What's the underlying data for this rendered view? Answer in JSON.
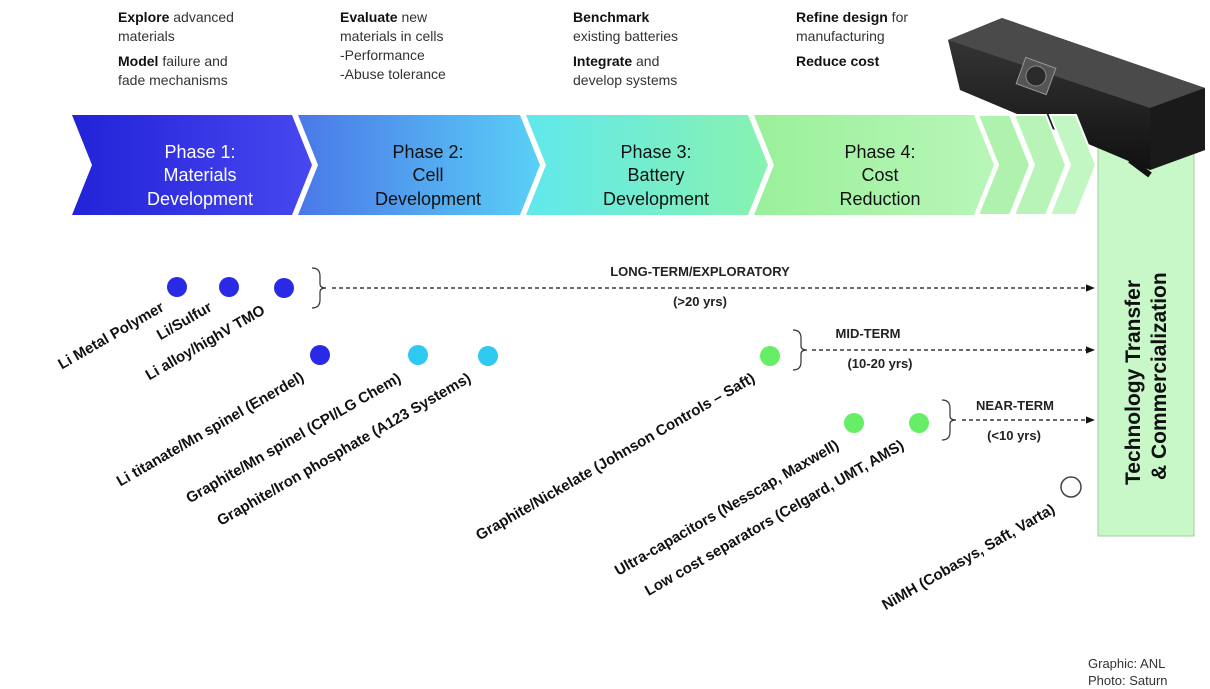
{
  "phases": [
    {
      "lines": [
        "Phase 1:",
        "Materials",
        "Development"
      ],
      "fill": "#3030e0"
    },
    {
      "lines": [
        "Phase 2:",
        "Cell",
        "Development"
      ],
      "fill": "#5aa8f0"
    },
    {
      "lines": [
        "Phase 3:",
        "Battery",
        "Development"
      ],
      "fill": "#66f0e0"
    },
    {
      "lines": [
        "Phase 4:",
        "Cost",
        "Reduction"
      ],
      "fill": "#9ef29e"
    }
  ],
  "descriptions": [
    {
      "items": [
        {
          "bold": "Explore",
          "rest": " advanced",
          "line2": "materials"
        },
        {
          "bold": "Model",
          "rest": " failure and",
          "line2": "fade mechanisms"
        }
      ]
    },
    {
      "items": [
        {
          "bold": "Evaluate",
          "rest": " new",
          "line2": "materials in cells"
        }
      ],
      "extra": [
        "-Performance",
        "-Abuse tolerance"
      ]
    },
    {
      "items": [
        {
          "bold": "Benchmark",
          "rest": "",
          "line2": "existing batteries"
        },
        {
          "bold": "Integrate",
          "rest": " and",
          "line2": "develop systems"
        }
      ]
    },
    {
      "items": [
        {
          "bold": "Refine design",
          "rest": " for",
          "line2": "manufacturing"
        },
        {
          "bold": "Reduce cost",
          "rest": "",
          "line2": ""
        }
      ]
    }
  ],
  "tech_transfer": {
    "line1": "Technology Transfer",
    "line2": "& Commercialization"
  },
  "terms": [
    {
      "label": "LONG-TERM/EXPLORATORY",
      "years": "(>20 yrs)"
    },
    {
      "label": "MID-TERM",
      "years": "(10-20 yrs)"
    },
    {
      "label": "NEAR-TERM",
      "years": "(<10 yrs)"
    }
  ],
  "chemistries": [
    {
      "label": "Li Metal Polymer",
      "dot": "blue"
    },
    {
      "label": "Li/Sulfur",
      "dot": "blue"
    },
    {
      "label": "Li alloy/highV TMO",
      "dot": "blue"
    },
    {
      "label": "Li titanate/Mn spinel  (Enerdel)",
      "dot": "blue"
    },
    {
      "label": "Graphite/Mn spinel (CPI/LG Chem)",
      "dot": "cyan"
    },
    {
      "label": "Graphite/Iron phosphate  (A123 Systems)",
      "dot": "cyan"
    },
    {
      "label": "Graphite/Nickelate (Johnson Controls – Saft)",
      "dot": "green"
    },
    {
      "label": "Ultra-capacitors (Nesscap, Maxwell)",
      "dot": "green"
    },
    {
      "label": "Low cost separators (Celgard, UMT, AMS)",
      "dot": "green"
    },
    {
      "label": "NiMH (Cobasys, Saft, Varta)",
      "dot": "white"
    }
  ],
  "colors": {
    "blue": "#2a2ae6",
    "cyan": "#2ec8f0",
    "green": "#66ee66",
    "white": "#ffffff",
    "tech_box": "#c8f7c8",
    "tech_border": "#99cc99"
  },
  "credit": [
    "Graphic: ANL",
    "Photo: Saturn"
  ]
}
